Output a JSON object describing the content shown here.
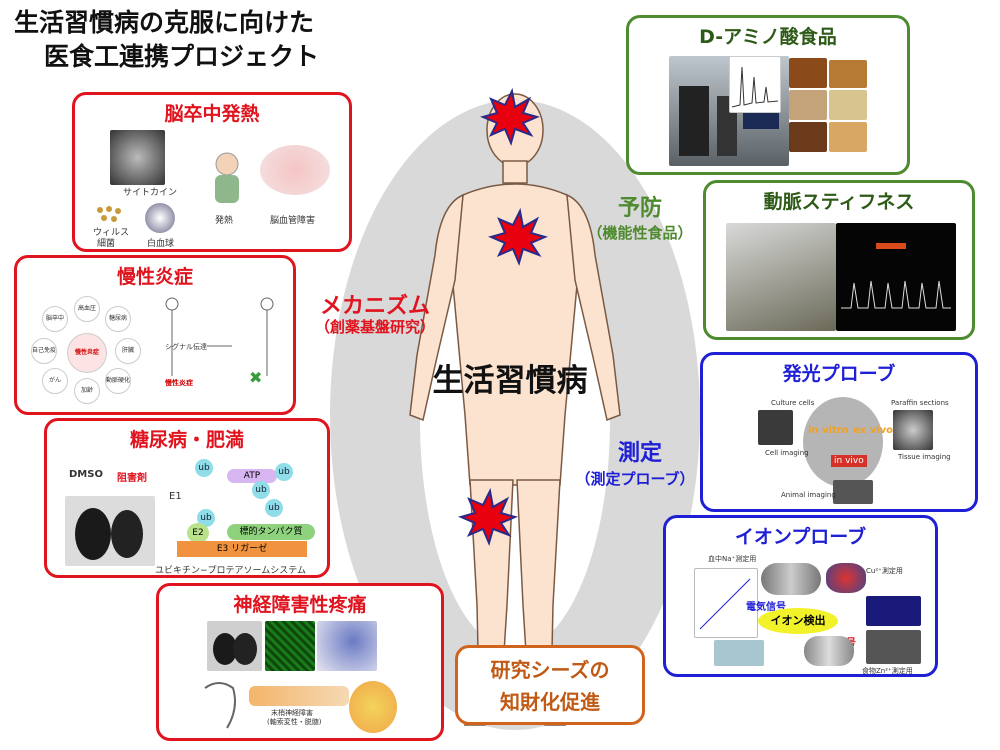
{
  "title": {
    "line1": "生活習慣病の克服に向けた",
    "line2": "医食工連携プロジェクト"
  },
  "center": "生活習慣病",
  "labels": {
    "mechanism": "メカニズム",
    "mechanism_sub": "（創薬基盤研究）",
    "prevention": "予防",
    "prevention_sub": "（機能性食品）",
    "measure": "測定",
    "measure_sub": "（測定プローブ）"
  },
  "seeds": {
    "line1": "研究シーズの",
    "line2": "知財化促進"
  },
  "boxes": {
    "stroke": {
      "title": "脳卒中発熱",
      "cytokine": "サイトカイン",
      "virus": "ウィルス",
      "bacteria": "細菌",
      "wbc": "白血球",
      "fever": "発熱",
      "vascular": "脳血管障害"
    },
    "inflammation": {
      "title": "慢性炎症",
      "center_node": "慢性炎症",
      "nodes": [
        "高血圧",
        "糖尿病",
        "脳卒中",
        "自己免疫",
        "がん",
        "加齢",
        "動脈硬化",
        "肝臓"
      ],
      "signal": "シグナル伝達",
      "inflam": "慢性炎症"
    },
    "diabetes": {
      "title": "糖尿病・肥満",
      "dmso": "DMSO",
      "inhibitor": "阻害剤",
      "atp": "ATP",
      "e1": "E1",
      "e2": "E2",
      "ub": "ub",
      "target": "標的タンパク質",
      "e3": "E3 リガーゼ",
      "system": "ユビキチン−プロテアソームシステム"
    },
    "neuro": {
      "title": "神経障害性疼痛",
      "note_line1": "末梢神経障害",
      "note_line2": "(軸索変性・脱髄)"
    },
    "damino": {
      "title": "D-アミノ酸食品"
    },
    "artery": {
      "title": "動脈スティフネス"
    },
    "luminescence": {
      "title": "発光プローブ",
      "cell_imaging": "Cell imaging",
      "tissue_imaging": "Tissue imaging",
      "animal_imaging": "Animal imaging",
      "in_vitro": "in vitro",
      "ex_vivo": "ex vivo",
      "in_vivo": "in vivo",
      "culture": "Culture cells",
      "paraffin": "Paraffin sections"
    },
    "ion": {
      "title": "イオンプローブ",
      "na": "血中Na⁺測定用",
      "cu": "Cu²⁺測定用",
      "zn": "食物Zn²⁺測定用",
      "electric": "電気信号",
      "detect": "イオン検出",
      "light": "光信号"
    }
  },
  "colors": {
    "red": "#e0141e",
    "green": "#4e8a2e",
    "blue": "#1f1fd6",
    "orange": "#d0641d",
    "skin": "#fbe3d0"
  }
}
